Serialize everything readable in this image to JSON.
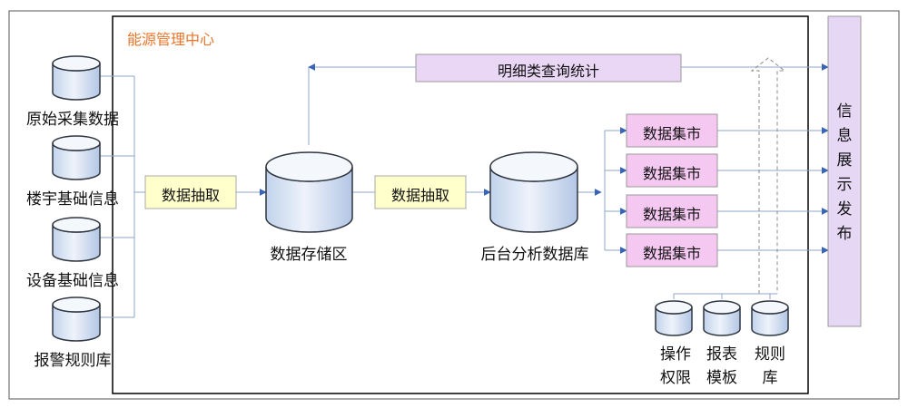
{
  "center": {
    "title": "能源管理中心"
  },
  "sources": [
    {
      "label": "原始采集数据"
    },
    {
      "label": "楼宇基础信息"
    },
    {
      "label": "设备基础信息"
    },
    {
      "label": "报警规则库"
    }
  ],
  "extract": {
    "label1": "数据抽取",
    "label2": "数据抽取"
  },
  "storage": {
    "label": "数据存储区"
  },
  "analysis": {
    "label": "后台分析数据库"
  },
  "query": {
    "label": "明细类查询统计"
  },
  "marts": [
    {
      "label": "数据集市"
    },
    {
      "label": "数据集市"
    },
    {
      "label": "数据集市"
    },
    {
      "label": "数据集市"
    }
  ],
  "publish": {
    "label": "信息展示发布"
  },
  "bottom": [
    {
      "label": "操作权限"
    },
    {
      "label": "报表模板"
    },
    {
      "label": "规则库"
    }
  ],
  "colors": {
    "cylinder_fill": "#dde7f5",
    "cylinder_top": "#f4f7fc",
    "extract_fill": "#ffffcc",
    "query_fill": "#e9d7f5",
    "mart_fill": "#f5c8f2",
    "publish_fill": "#e6d7f5",
    "line": "#8da7c8",
    "arrow": "#3a64b6"
  }
}
